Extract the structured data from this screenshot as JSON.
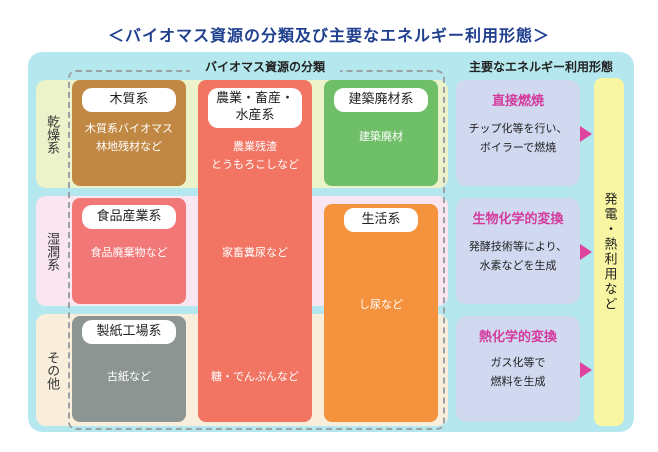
{
  "title": "＜バイオマス資源の分類及び主要なエネルギー利用形態＞",
  "headers": {
    "resource_classification": "バイオマス資源の分類",
    "energy_usage": "主要なエネルギー利用形態"
  },
  "rows": {
    "dry": "乾燥系",
    "wet": "湿潤系",
    "other": "その他"
  },
  "categories": {
    "wood": {
      "label": "木質系",
      "line1": "木質系バイオマス",
      "line2": "林地残材など"
    },
    "food": {
      "label": "食品産業系",
      "line1": "食品廃棄物など"
    },
    "paper": {
      "label": "製紙工場系",
      "line1": "古紙など"
    },
    "agri": {
      "label_line1": "農業・畜産・",
      "label_line2": "水産系",
      "dry_line1": "農業残渣",
      "dry_line2": "とうもろこしなど",
      "wet_line1": "家畜糞尿など",
      "other_line1": "糖・でんぷんなど"
    },
    "construction": {
      "label": "建築廃材系",
      "line1": "建築廃材"
    },
    "living": {
      "label": "生活系",
      "line1": "し尿など"
    }
  },
  "energy": {
    "direct": {
      "title": "直接燃焼",
      "line1": "チップ化等を行い、",
      "line2": "ボイラーで燃焼"
    },
    "biochem": {
      "title": "生物化学的変換",
      "line1": "発酵技術等により、",
      "line2": "水素などを生成"
    },
    "thermochem": {
      "title": "熱化学的変換",
      "line1": "ガス化等で",
      "line2": "燃料を生成"
    }
  },
  "output": "発電・熱利用など",
  "colors": {
    "title": "#1f3f8f",
    "outer_bg": "#b5e8ee",
    "wood": "#c18843",
    "food": "#f27777",
    "paper": "#8d9592",
    "agri": "#f27463",
    "construction": "#6fbe68",
    "living": "#f5923e",
    "energy_title": "#d43b9d",
    "arrow": "#e0439f",
    "output_bar": "#f9f6a3"
  }
}
